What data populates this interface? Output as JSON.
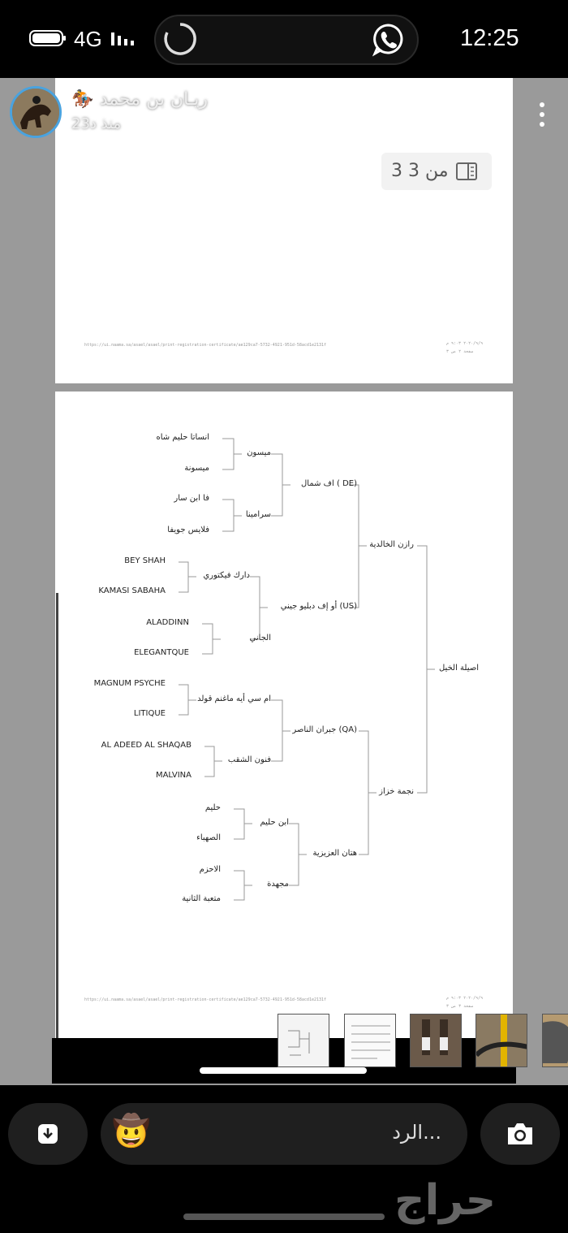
{
  "status": {
    "network": "4G",
    "time": "12:25"
  },
  "story": {
    "user_name": "ريـان بن محمد",
    "horse_emoji": "🏇",
    "time_ago": "منذ د23"
  },
  "document": {
    "page_counter": "3 من 3",
    "url": "https://ui.naama.sa/asael/asael/print-registration-certificate/ae129ca7-5732-4921-951d-58acd1e2131f",
    "page2_date": "٢٠٢٠/٩/٩ ٩:٠٣ م",
    "page2_num": "صفحة ٢ من ٣",
    "page3_date": "٢٠٢٠/٩/٩ ٩:٠٣ م",
    "page3_num": "صفحة ٣ من ٣"
  },
  "pedigree": {
    "root": "اصيلة الخيل",
    "sire": "رازن الخالدية",
    "dam": "نجمة خزاز",
    "ss": "اف شمال ( DE)",
    "sd": "أو إف دبليو جيني (US)",
    "ds": "جبران الناصر (QA)",
    "dd": "هتان العزيزية",
    "sss": "ميسون",
    "ssd": "سرامينا",
    "sds": "دارك فيكتوري",
    "sdd": "الجاني",
    "dss": "ام سي أيه ماغنم قولد",
    "dsd": "فنون الشقب",
    "dds": "ابن حليم",
    "ddd": "مجهدة",
    "g1": "انساتا حليم شاه",
    "g2": "ميسونة",
    "g3": "فا ابن سار",
    "g4": "فلايس جويفا",
    "g5": "BEY SHAH",
    "g6": "KAMASI SABAHA",
    "g7": "ALADDINN",
    "g8": "ELEGANTQUE",
    "g9": "MAGNUM PSYCHE",
    "g10": "LITIQUE",
    "g11": "AL ADEED AL SHAQAB",
    "g12": "MALVINA",
    "g13": "حليم",
    "g14": "الصهباء",
    "g15": "الاحزم",
    "g16": "متعبة الثانية"
  },
  "reply": {
    "placeholder": "الرد...",
    "sticker": "🤠"
  },
  "watermark": "حراج",
  "colors": {
    "accent_ring": "#4aa3df",
    "story_bg": "#9a9a9a"
  }
}
